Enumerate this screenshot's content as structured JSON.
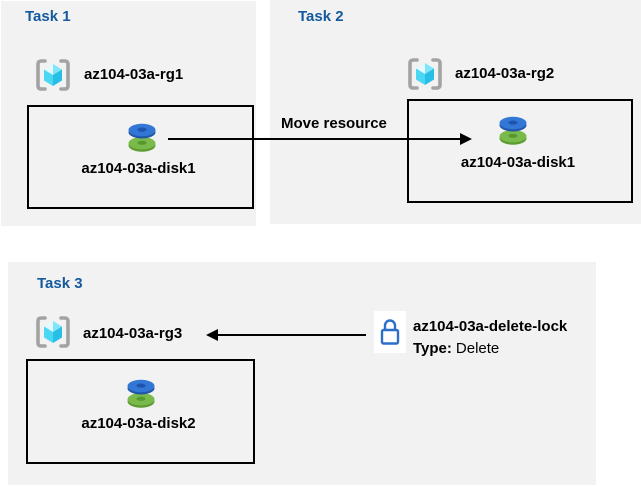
{
  "diagram": {
    "tasks": [
      {
        "title": "Task 1",
        "resource_group": "az104-03a-rg1",
        "disk": "az104-03a-disk1"
      },
      {
        "title": "Task 2",
        "resource_group": "az104-03a-rg2",
        "disk": "az104-03a-disk1"
      },
      {
        "title": "Task 3",
        "resource_group": "az104-03a-rg3",
        "disk": "az104-03a-disk2"
      }
    ],
    "move_arrow_label": "Move resource",
    "lock": {
      "name": "az104-03a-delete-lock",
      "type_label": "Type:",
      "type_value": "Delete"
    },
    "icons": {
      "resource_group": "resource-group-icon",
      "disk": "disk-icon",
      "lock": "lock-icon"
    },
    "colors": {
      "panel_background": "#f2f2f2",
      "task_title_blue": "#155a9e",
      "label_text": "#000000",
      "arrow_black": "#000000",
      "lock_stroke_blue": "#2b6fca",
      "disk_top_blue": "#3377d6",
      "disk_bottom_green": "#79ba4b",
      "cube_cyan": "#49d7f3"
    }
  }
}
